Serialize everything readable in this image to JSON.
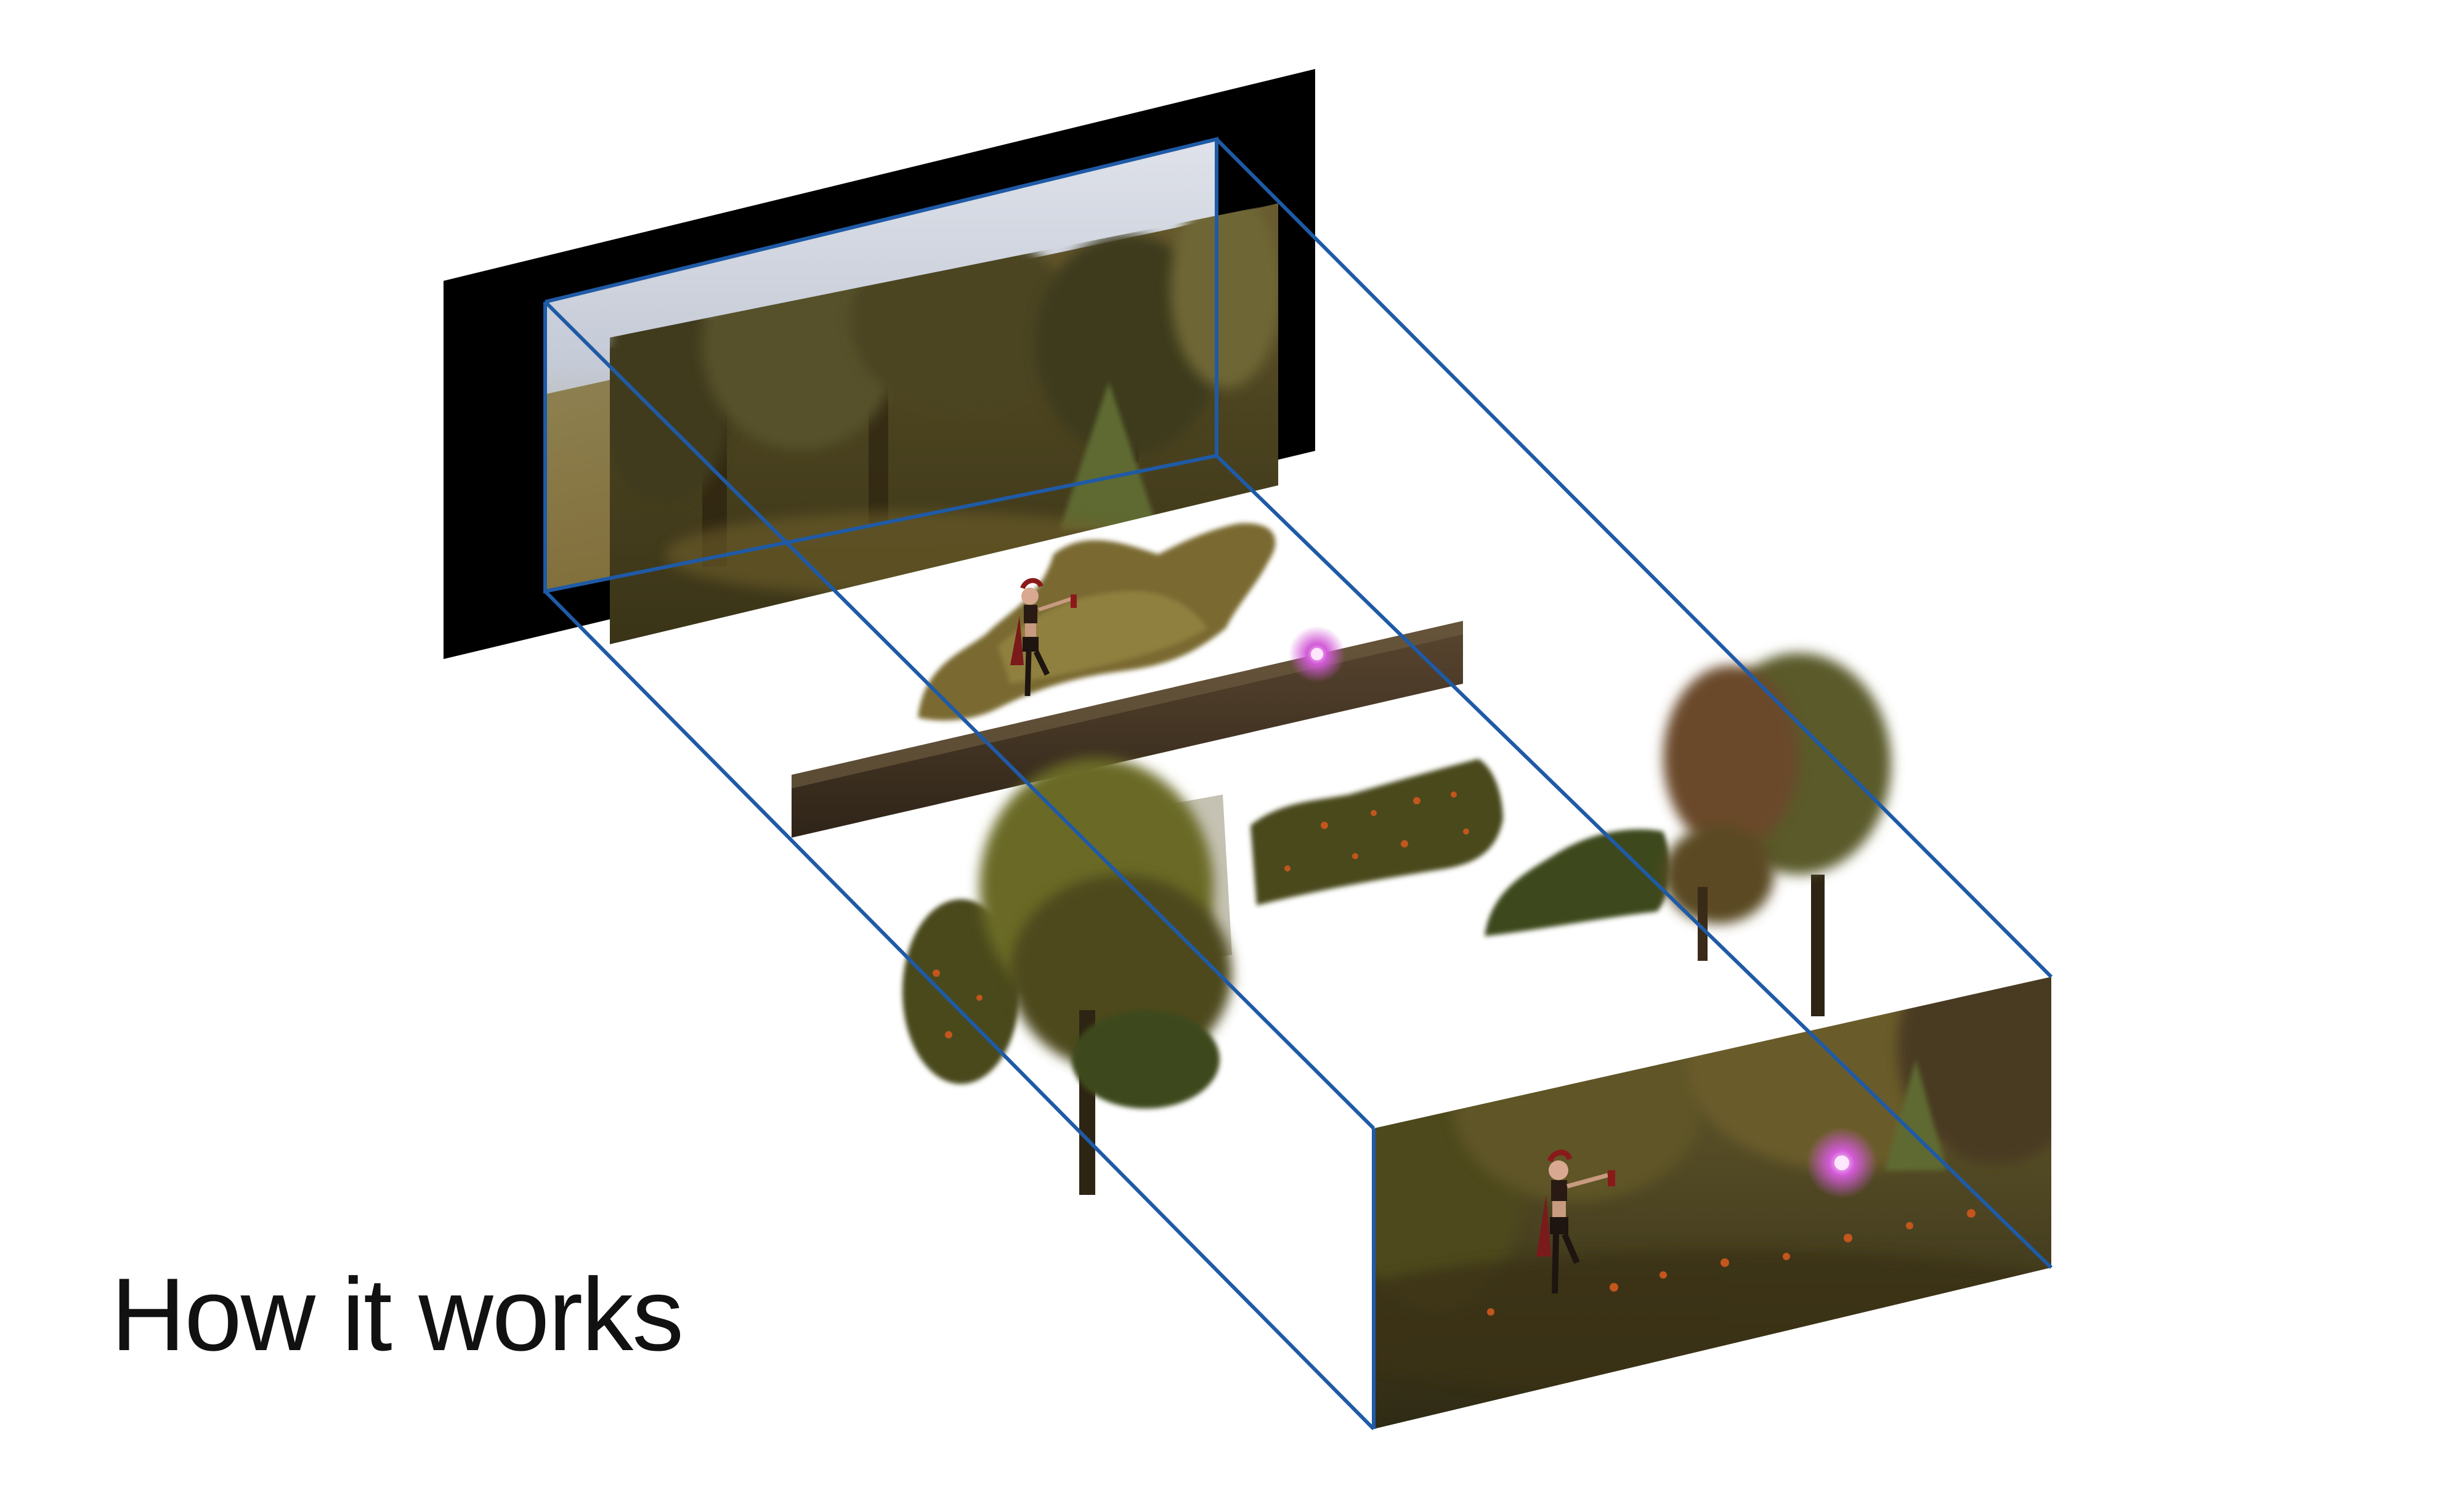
{
  "caption": "How it works",
  "colors": {
    "guide_lines": "#1f5aa6",
    "backing_plate": "#000000",
    "sky": "#c9ced8",
    "background_trees": "#5b4a24",
    "foliage_dark": "#3e3a1a",
    "foliage_warm": "#7a6a2a",
    "ground": "#4a3826",
    "orange_flowers": "#c2561c",
    "magic_glow": "#d25ad6",
    "character_outfit": "#7a1a1a"
  },
  "layers": [
    {
      "name": "backing-plate",
      "icon": "black-plate"
    },
    {
      "name": "background-forest-layer",
      "icon": "forest-photo"
    },
    {
      "name": "middle-ground-layer",
      "icon": "bushes-ground-character"
    },
    {
      "name": "foreground-layer",
      "icon": "trees-cutout"
    },
    {
      "name": "composite-frame",
      "icon": "final-composite"
    }
  ]
}
